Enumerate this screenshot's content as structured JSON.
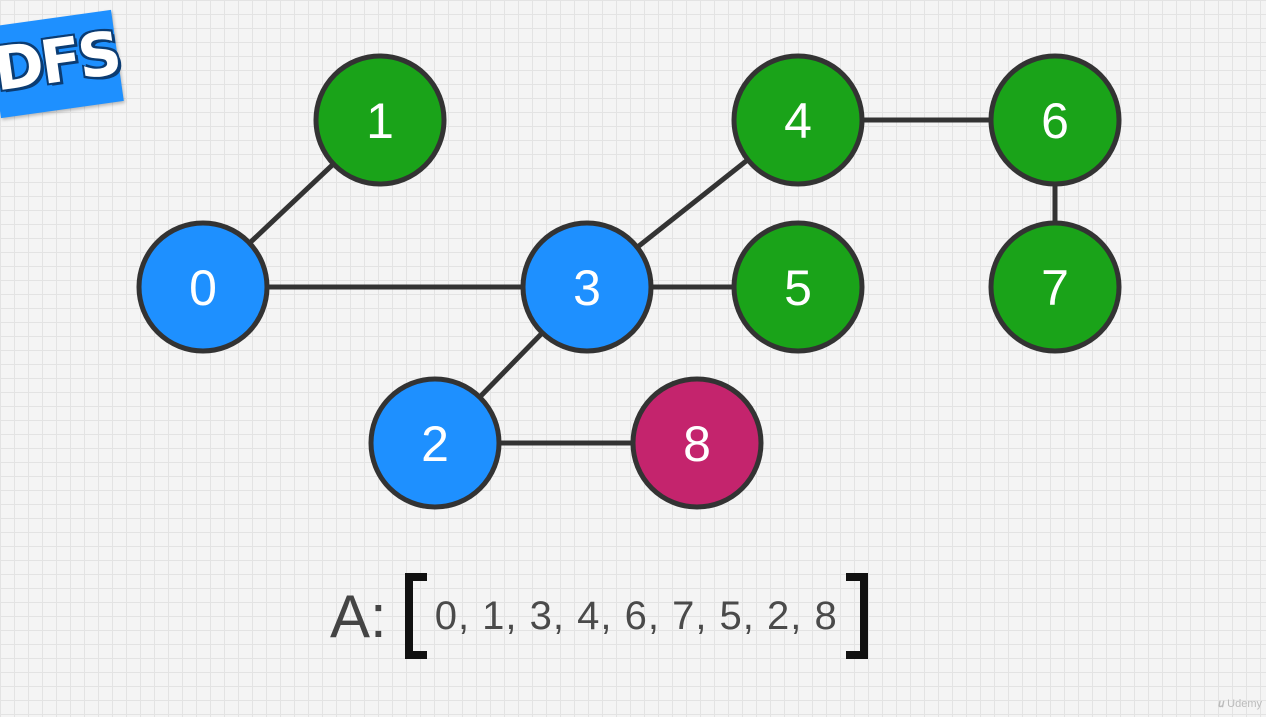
{
  "badge": {
    "text": "DFS",
    "color": "#1e90ff"
  },
  "colors": {
    "visited": "#1e90ff",
    "unvisited": "#1aa319",
    "current": "#c4246d",
    "edge": "#333333",
    "outline": "#333333"
  },
  "graph": {
    "nodes": [
      {
        "id": "0",
        "state": "visited"
      },
      {
        "id": "1",
        "state": "unvisited"
      },
      {
        "id": "2",
        "state": "visited"
      },
      {
        "id": "3",
        "state": "visited"
      },
      {
        "id": "4",
        "state": "unvisited"
      },
      {
        "id": "5",
        "state": "unvisited"
      },
      {
        "id": "6",
        "state": "unvisited"
      },
      {
        "id": "7",
        "state": "unvisited"
      },
      {
        "id": "8",
        "state": "current"
      }
    ],
    "edges": [
      [
        "0",
        "1"
      ],
      [
        "0",
        "3"
      ],
      [
        "3",
        "4"
      ],
      [
        "3",
        "5"
      ],
      [
        "3",
        "2"
      ],
      [
        "2",
        "8"
      ],
      [
        "4",
        "6"
      ],
      [
        "6",
        "7"
      ]
    ]
  },
  "result": {
    "label": "A:",
    "values": "0, 1, 3, 4, 6, 7, 5, 2, 8"
  },
  "watermark": {
    "text": "Udemy"
  }
}
